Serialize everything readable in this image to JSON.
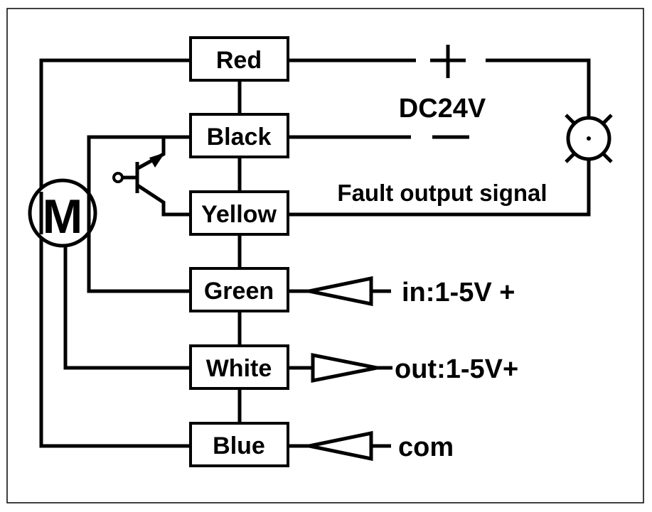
{
  "wires": [
    {
      "label": "Red"
    },
    {
      "label": "Black"
    },
    {
      "label": "Yellow"
    },
    {
      "label": "Green"
    },
    {
      "label": "White"
    },
    {
      "label": "Blue"
    }
  ],
  "motor_label": "M",
  "power": {
    "plus": "+",
    "minus": "−",
    "label": "DC24V"
  },
  "fault_label": "Fault output signal",
  "signals": {
    "green": "in:1-5V +",
    "white": "out:1-5V+",
    "blue": "com"
  },
  "colors": {
    "line": "#000000",
    "background": "#ffffff"
  }
}
